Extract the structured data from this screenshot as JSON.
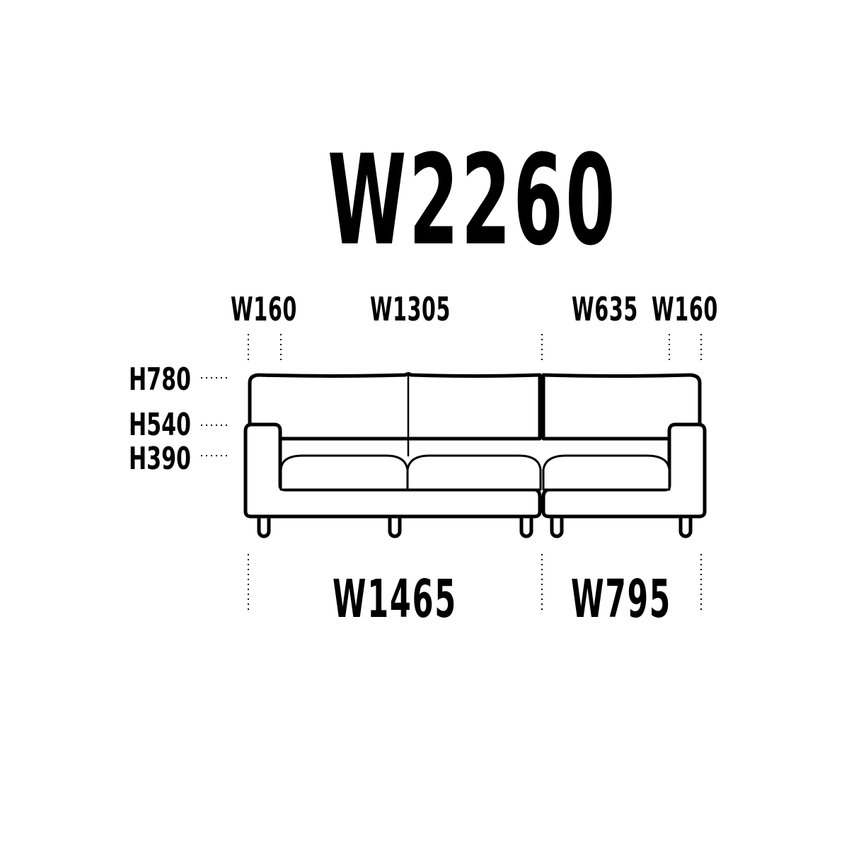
{
  "labels": {
    "total_width": "W2260",
    "top": {
      "arm_left": "W160",
      "seat_section": "W1305",
      "right_seat": "W635",
      "arm_right": "W160"
    },
    "height": {
      "back": "H780",
      "arm": "H540",
      "seat": "H390"
    },
    "bottom": {
      "left_module": "W1465",
      "right_module": "W795"
    }
  },
  "colors": {
    "line": "#000000",
    "background": "#ffffff"
  }
}
